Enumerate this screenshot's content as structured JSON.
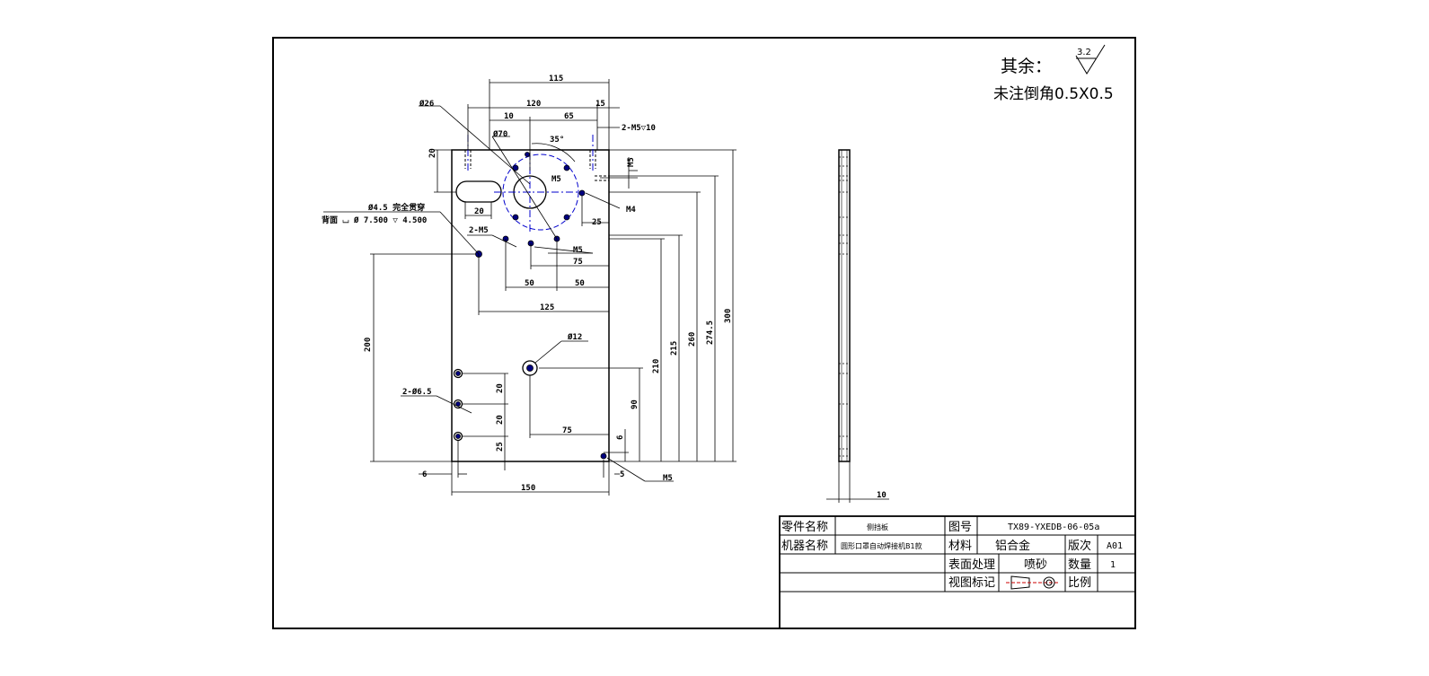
{
  "notes": {
    "rest_label": "其余：",
    "roughness": "3.2",
    "chamfer_note": "未注倒角0.5X0.5"
  },
  "dimensions": {
    "top_115": "115",
    "top_120": "120",
    "top_15": "15",
    "top_10": "10",
    "top_65": "65",
    "thread_2m5": "2-M5▽10",
    "phi26": "Ø26",
    "phi70": "Ø70",
    "angle_35": "35°",
    "left_20": "20",
    "m5_center": "M5",
    "m5_right_v": "M5",
    "m4": "M4",
    "slot_20": "20",
    "dim_25a": "25",
    "hole_note_1": "Ø4.5 完全贯穿",
    "hole_note_2": "背面 ⌴ Ø 7.500 ▽ 4.500",
    "two_m5": "2-M5",
    "m5_lower": "M5",
    "dim_75a": "75",
    "dim_50a": "50",
    "dim_50b": "50",
    "dim_125": "125",
    "phi12": "Ø12",
    "dim_200": "200",
    "two_phi65": "2-Ø6.5",
    "dim_20a": "20",
    "dim_20b": "20",
    "dim_25b": "25",
    "dim_75b": "75",
    "dim_90": "90",
    "dim_6v": "6",
    "dim_210": "210",
    "dim_215": "215",
    "dim_260": "260",
    "dim_274": "274.5",
    "dim_300": "300",
    "dim_6h": "6",
    "dim_5": "5",
    "m5_bottom": "M5",
    "dim_150": "150",
    "side_10": "10"
  },
  "title_block": {
    "part_name_label": "零件名称",
    "part_name_value": "侧挡板",
    "drawing_no_label": "图号",
    "drawing_no_value": "TX89-YXEDB-06-05a",
    "machine_name_label": "机器名称",
    "machine_name_value": "圆形口罩自动焊接机B1款",
    "material_label": "材料",
    "material_value": "铝合金",
    "version_label": "版次",
    "version_value": "A01",
    "surface_label": "表面处理",
    "surface_value": "喷砂",
    "quantity_label": "数量",
    "quantity_value": "1",
    "view_mark_label": "视图标记",
    "scale_label": "比例",
    "scale_value": ""
  },
  "colors": {
    "line": "#000000",
    "center_line": "#0000cc",
    "hole_fill": "#000080"
  }
}
